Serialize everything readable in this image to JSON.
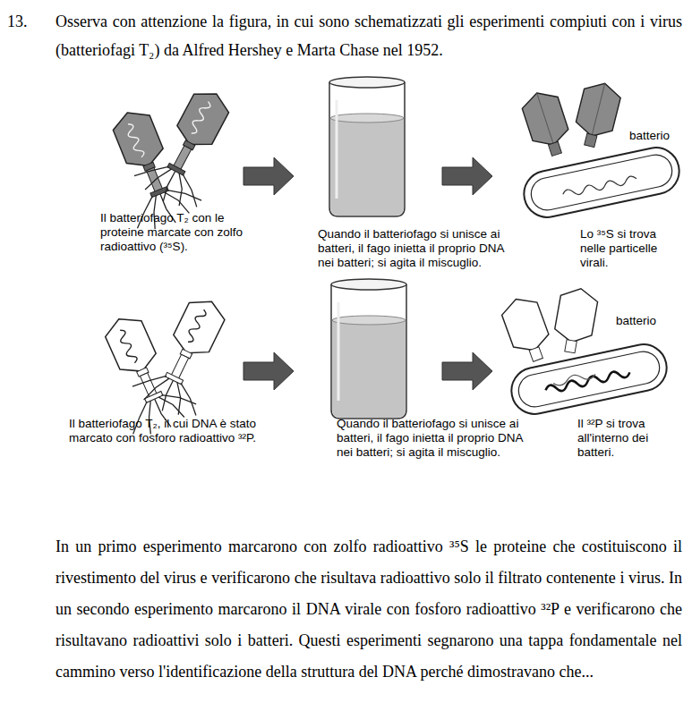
{
  "diagram": {
    "labels": [
      "13.",
      "Osserva con attenzione la figura, in cui sono schematizzati gli esperimenti compiuti con i virus (batteriofagi T₂) da Alfred Hershey e Marta Chase nel 1952.",
      "Il batteriofago T₂ con le proteine marcate con zolfo radioattivo (³⁵S).",
      "Quando il batteriofago si unisce ai batteri, il fago inietta il proprio DNA nei batteri; si agita il miscuglio.",
      "batterio",
      "Lo ³⁵S si trova nelle particelle virali.",
      "Il batteriofago T₂, il cui DNA è stato marcato con fosforo radioattivo ³²P.",
      "Quando il batteriofago si unisce ai batteri, il fago inietta il proprio DNA nei batteri; si agita il miscuglio.",
      "batterio",
      "Il ³²P si trova all'interno dei batteri.",
      "In un primo esperimento marcarono con zolfo radioattivo ³⁵S le proteine che costituiscono il rivestimento del virus e verificarono che risultava radioattivo solo il filtrato contenente i virus. In un secondo esperimento marcarono il DNA virale con fosforo radioattivo ³²P e verificarono che risultavano radioattivi solo i batteri. Questi esperimenti segnarono una tappa fondamentale nel cammino verso l'identificazione della struttura del DNA perché dimostravano che..."
    ]
  }
}
